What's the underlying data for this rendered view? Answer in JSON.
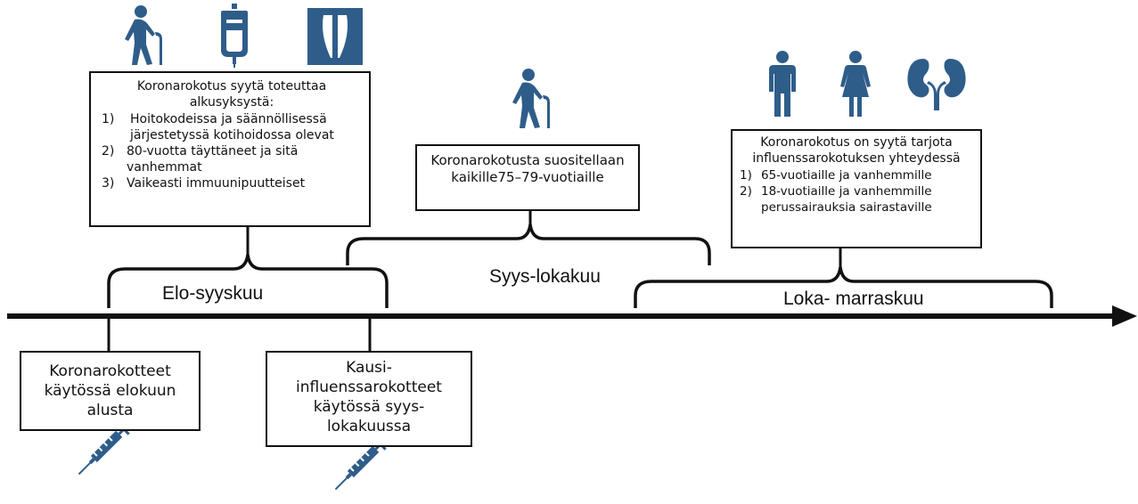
{
  "colors": {
    "icon": "#2f5d8a",
    "line": "#111111"
  },
  "timeline": {
    "periods": [
      {
        "label": "Elo-syyskuu"
      },
      {
        "label": "Syys-lokakuu"
      },
      {
        "label": "Loka- marraskuu"
      }
    ]
  },
  "box_early": {
    "title": "Koronarokotus syytä toteuttaa alkusyksystä:",
    "items": [
      {
        "num": "1)",
        "text": "Hoitokodeissa ja säännöllisessä järjestetyssä kotihoidossa olevat"
      },
      {
        "num": "2)",
        "text": "80-vuotta täyttäneet ja sitä vanhemmat"
      },
      {
        "num": "3)",
        "text": "Vaikeasti immuunipuutteiset"
      }
    ]
  },
  "box_mid": {
    "title": "Koronarokotusta suositellaan kaikille75–79-vuotiaille"
  },
  "box_late": {
    "title": "Koronarokotus on syytä tarjota influenssarokotuksen yhteydessä",
    "items": [
      {
        "num": "1)",
        "text": "65-vuotiaille ja vanhemmille"
      },
      {
        "num": "2)",
        "text": "18-vuotiaille ja vanhemmille perussairauksia sairastaville"
      }
    ]
  },
  "box_covid_vaccines": {
    "title": "Koronarokotteet käytössä elokuun alusta"
  },
  "box_flu_vaccines": {
    "title": "Kausi-influenssarokotteet käytössä syys-lokakuussa"
  },
  "icons": {
    "top_left": [
      "elderly-person-icon",
      "iv-bag-icon",
      "window-icon"
    ],
    "top_middle": [
      "elderly-person-icon"
    ],
    "top_right": [
      "man-icon",
      "woman-icon",
      "kidneys-icon"
    ],
    "bottom": [
      "syringe-icon",
      "syringe-icon"
    ]
  }
}
